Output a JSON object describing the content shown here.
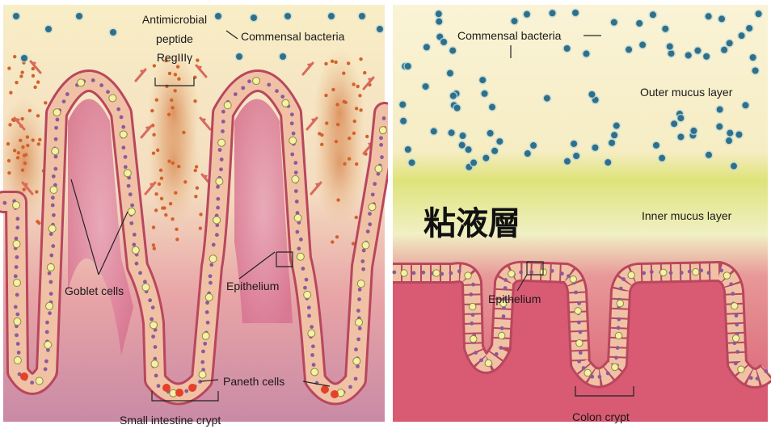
{
  "left_panel": {
    "labels": {
      "antimicrobial_line1": "Antimicrobial",
      "antimicrobial_line2": "peptide",
      "antimicrobial_line3": "RegIIIγ",
      "commensal": "Commensal bacteria",
      "goblet": "Goblet cells",
      "epithelium": "Epithelium",
      "paneth": "Paneth cells",
      "crypt": "Small intestine crypt"
    }
  },
  "right_panel": {
    "labels": {
      "commensal": "Commensal bacteria",
      "outer_mucus": "Outer mucus layer",
      "inner_mucus": "Inner mucus layer",
      "mucus_chinese": "粘液層",
      "epithelium": "Epithelium",
      "crypt": "Colon crypt"
    }
  },
  "colors": {
    "mucus_cream": "#f8edc0",
    "inner_mucus_green": "#d7df6a",
    "tissue_pink": "#d9627a",
    "cell_fill": "#f2c0a6",
    "cell_border": "#b0445a",
    "bacteria_blue": "#2f6f8a",
    "peptide_orange": "#d2622a",
    "goblet_yellow": "#f4f1a6"
  }
}
